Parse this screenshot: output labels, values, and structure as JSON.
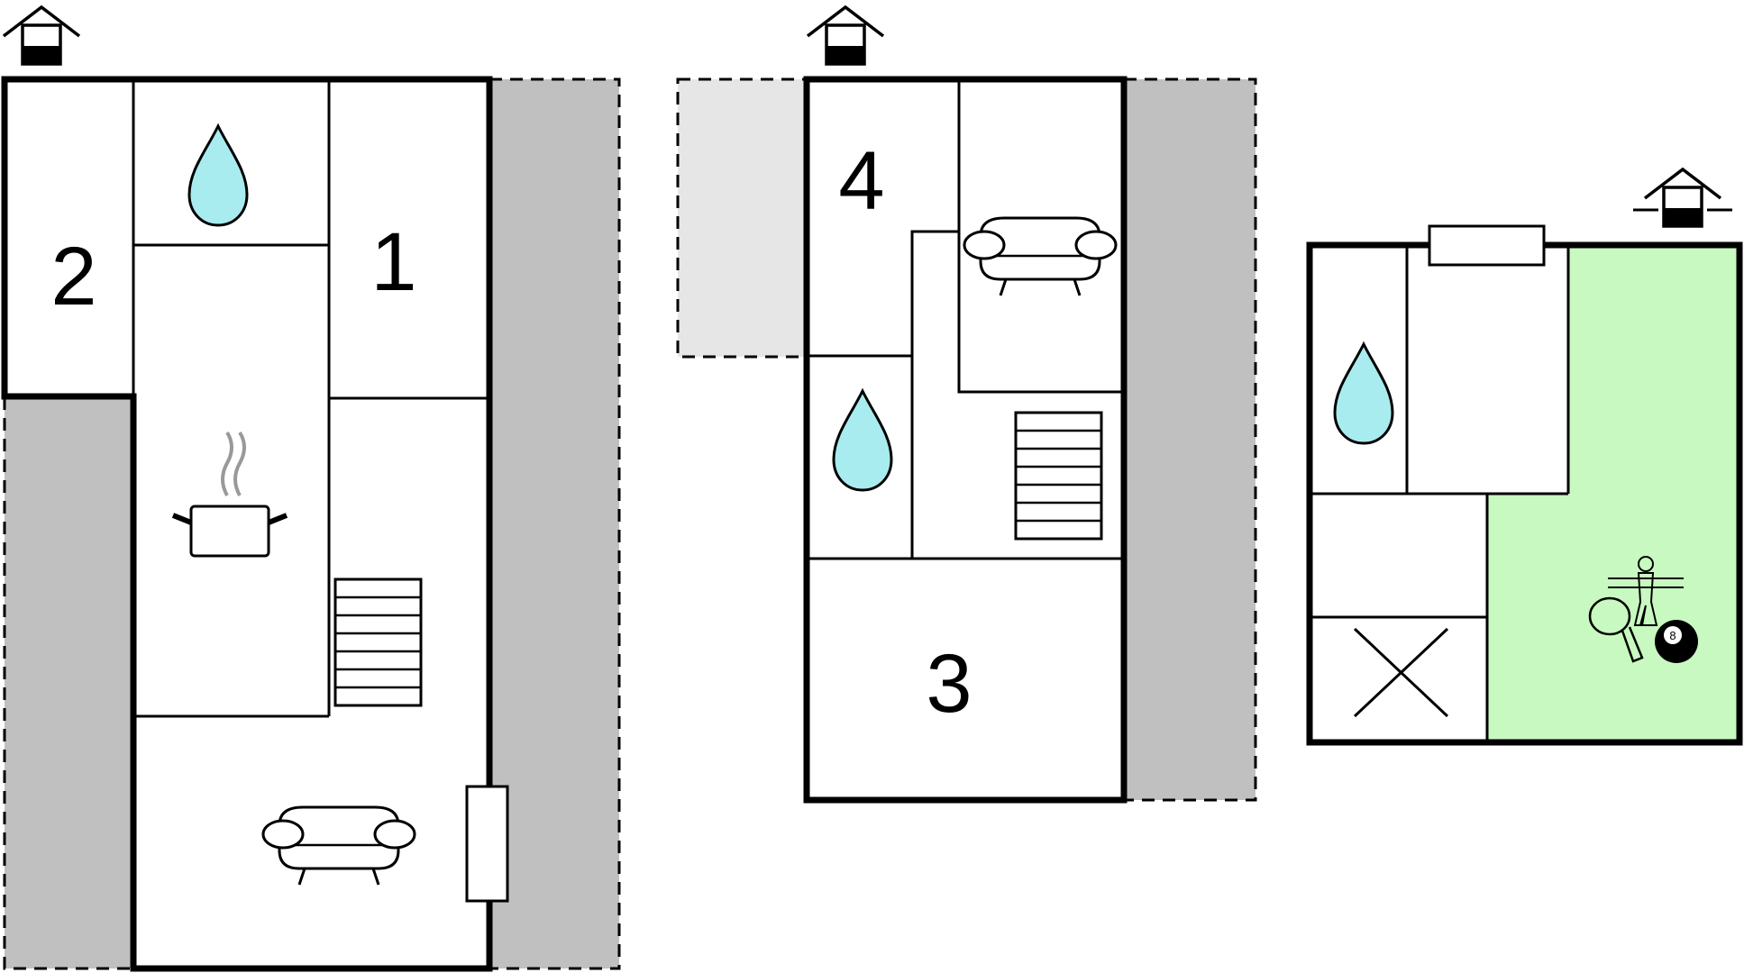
{
  "plans": [
    {
      "id": "ground-floor",
      "room_numbers": [
        "2",
        "1"
      ],
      "icons": [
        "house-entrance-icon",
        "water-drop-icon",
        "cooking-pot-icon",
        "staircase-icon",
        "sofa-icon",
        "window-icon"
      ]
    },
    {
      "id": "upper-floor",
      "room_numbers": [
        "4",
        "3"
      ],
      "icons": [
        "house-entrance-icon",
        "sofa-icon",
        "water-drop-icon",
        "staircase-icon"
      ]
    },
    {
      "id": "basement",
      "room_numbers": [],
      "icons": [
        "house-entrance-icon",
        "water-drop-icon",
        "window-icon",
        "cross-icon",
        "foosball-icon",
        "ping-pong-icon",
        "billiard-ball-icon"
      ],
      "billiard_ball_label": "8"
    }
  ],
  "colors": {
    "wall": "#000000",
    "terrace": "#c0c0c0",
    "terrace_light": "#e6e6e6",
    "water": "#a8ecf0",
    "activity_room": "#c8f9c0",
    "room": "#ffffff"
  }
}
